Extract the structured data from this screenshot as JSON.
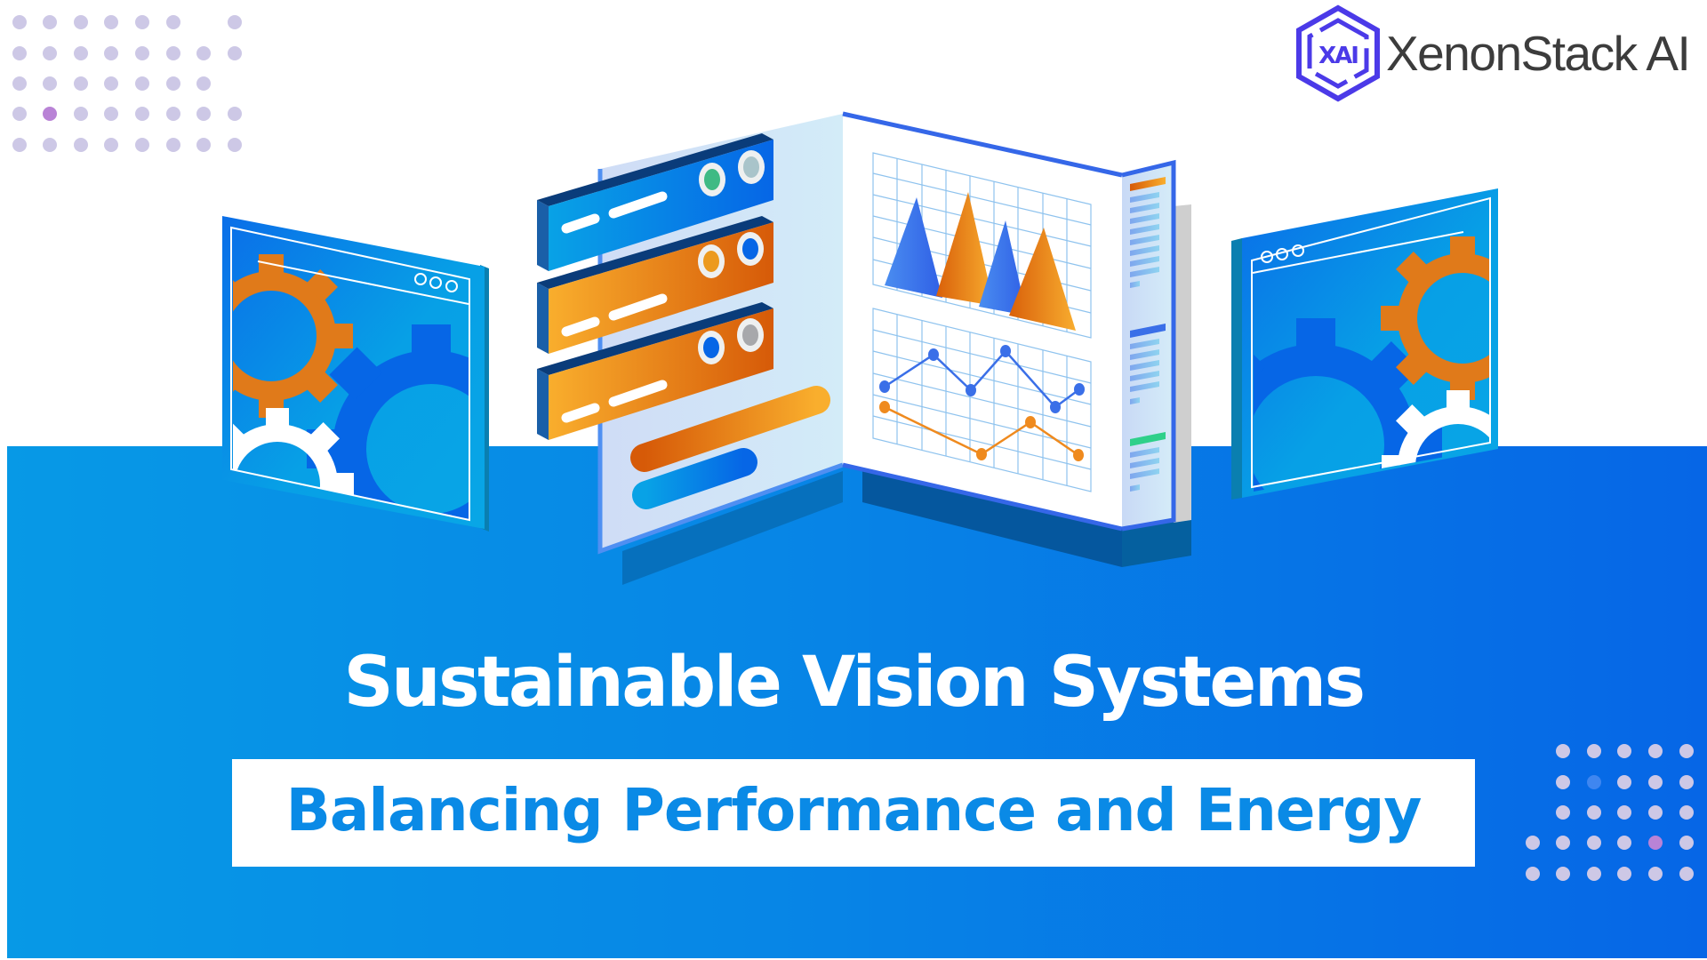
{
  "brand": {
    "logo_mark_text": "XAI",
    "name": "XenonStack AI",
    "logo_color": "#4b3ae8",
    "text_color": "#3c3c3c"
  },
  "hero": {
    "title": "Sustainable Vision Systems",
    "subtitle": "Balancing Performance and Energy",
    "title_color": "#ffffff",
    "subtitle_color": "#0a8ae6",
    "band_colors": [
      "#0799e6",
      "#0666e6"
    ]
  },
  "illustration": {
    "left_panel": {
      "icon": "gears-window-icon",
      "window_controls": 3,
      "gear_colors": [
        "#e07a1a",
        "#ffffff",
        "#0666e6"
      ]
    },
    "right_panel": {
      "icon": "gears-window-icon",
      "window_controls": 3,
      "gear_colors": [
        "#e07a1a",
        "#ffffff",
        "#0666e6"
      ]
    },
    "server_stack": {
      "bars": [
        {
          "color": "blue",
          "indicators": [
            "#3fba84",
            "#a9c4ca"
          ]
        },
        {
          "color": "orange",
          "indicators": [
            "#ec9a1e",
            "#0666e6"
          ]
        },
        {
          "color": "orange",
          "indicators": [
            "#0666e6",
            "#a7a8ab"
          ]
        }
      ]
    },
    "dashboard": {
      "triangle_chart": {
        "series_colors": [
          "#3a6fe8",
          "#ef8a1e",
          "#3a6fe8",
          "#ef8a1e"
        ]
      },
      "line_chart": {
        "series": [
          {
            "name": "blue",
            "color": "#3a6fe8"
          },
          {
            "name": "orange",
            "color": "#ef8a1e"
          }
        ]
      },
      "sidebar_accents": [
        "#ef8a1e",
        "#3a6fe8",
        "#2ed08a"
      ]
    }
  },
  "decor": {
    "dot_color": "#cdc8e6",
    "dot_accent_purple": "#b983d6",
    "dot_accent_blue": "#3f86f0"
  }
}
